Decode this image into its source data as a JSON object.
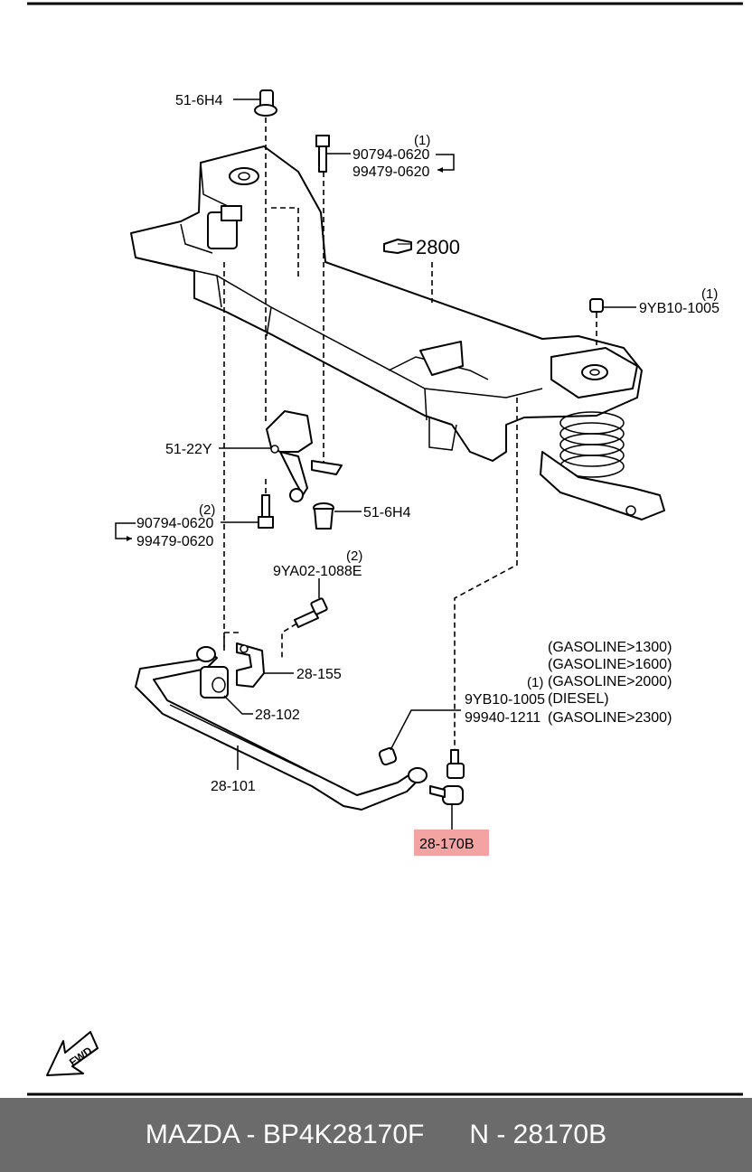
{
  "labels": {
    "p516h4_top": "51-6H4",
    "qty_bolt_top": "(1)",
    "p90794_top": "90794-0620",
    "p99479_top": "99479-0620",
    "p2800": "2800",
    "qty_nut_right": "(1)",
    "p9yb10_right": "9YB10-1005",
    "p5122y": "51-22Y",
    "p516h4_mid": "51-6H4",
    "qty_bolt_left": "(2)",
    "p90794_left": "90794-0620",
    "p99479_left": "99479-0620",
    "qty_9ya02": "(2)",
    "p9ya02": "9YA02-1088E",
    "p28155": "28-155",
    "p28102": "28-102",
    "p28101": "28-101",
    "gas1300": "(GASOLINE>1300)",
    "gas1600": "(GASOLINE>1600)",
    "gas2000": "(GASOLINE>2000)",
    "qty_9yb10_lower": "(1)",
    "p9yb10_lower": "9YB10-1005",
    "diesel": "(DIESEL)",
    "p99940": "99940-1211",
    "gas2300": "(GASOLINE>2300)",
    "p28170b": "28-170B",
    "fwd": "FWD"
  },
  "colors": {
    "highlight": "#f4a3a3",
    "footer_bg": "#6b6b6b",
    "footer_text": "#ffffff"
  },
  "icons": {
    "pointing_hand": "pointing-hand-icon",
    "fwd_arrow": "fwd-arrow-icon"
  },
  "footer": {
    "brand_part": "MAZDA - BP4K28170F",
    "n_part": "N - 28170B"
  }
}
